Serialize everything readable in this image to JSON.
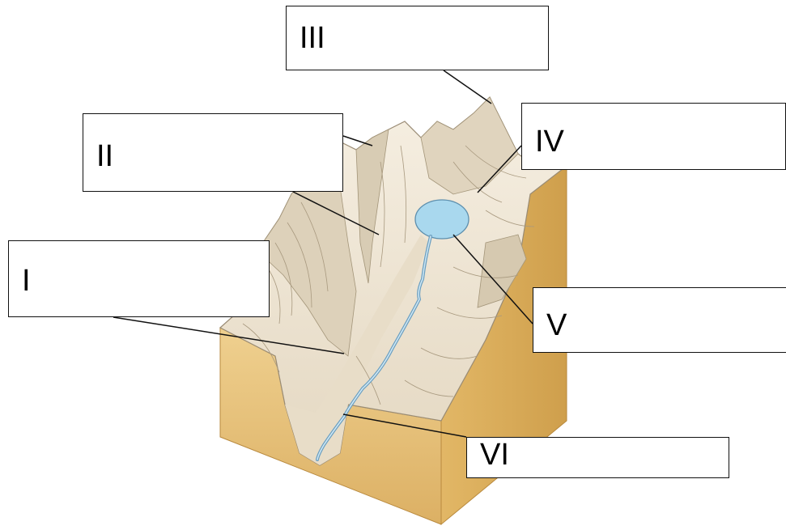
{
  "labels": {
    "i": "I",
    "ii": "II",
    "iii": "III",
    "iv": "IV",
    "v": "V",
    "vi": "VI"
  },
  "colors": {
    "block_side": "#e6c17a",
    "block_side_dark": "#d4a657",
    "rock": "#efe6d5",
    "rock_shadow": "#c9bda7",
    "lake": "#9fd3ea",
    "river": "#6c9fc0",
    "line": "#111111"
  }
}
